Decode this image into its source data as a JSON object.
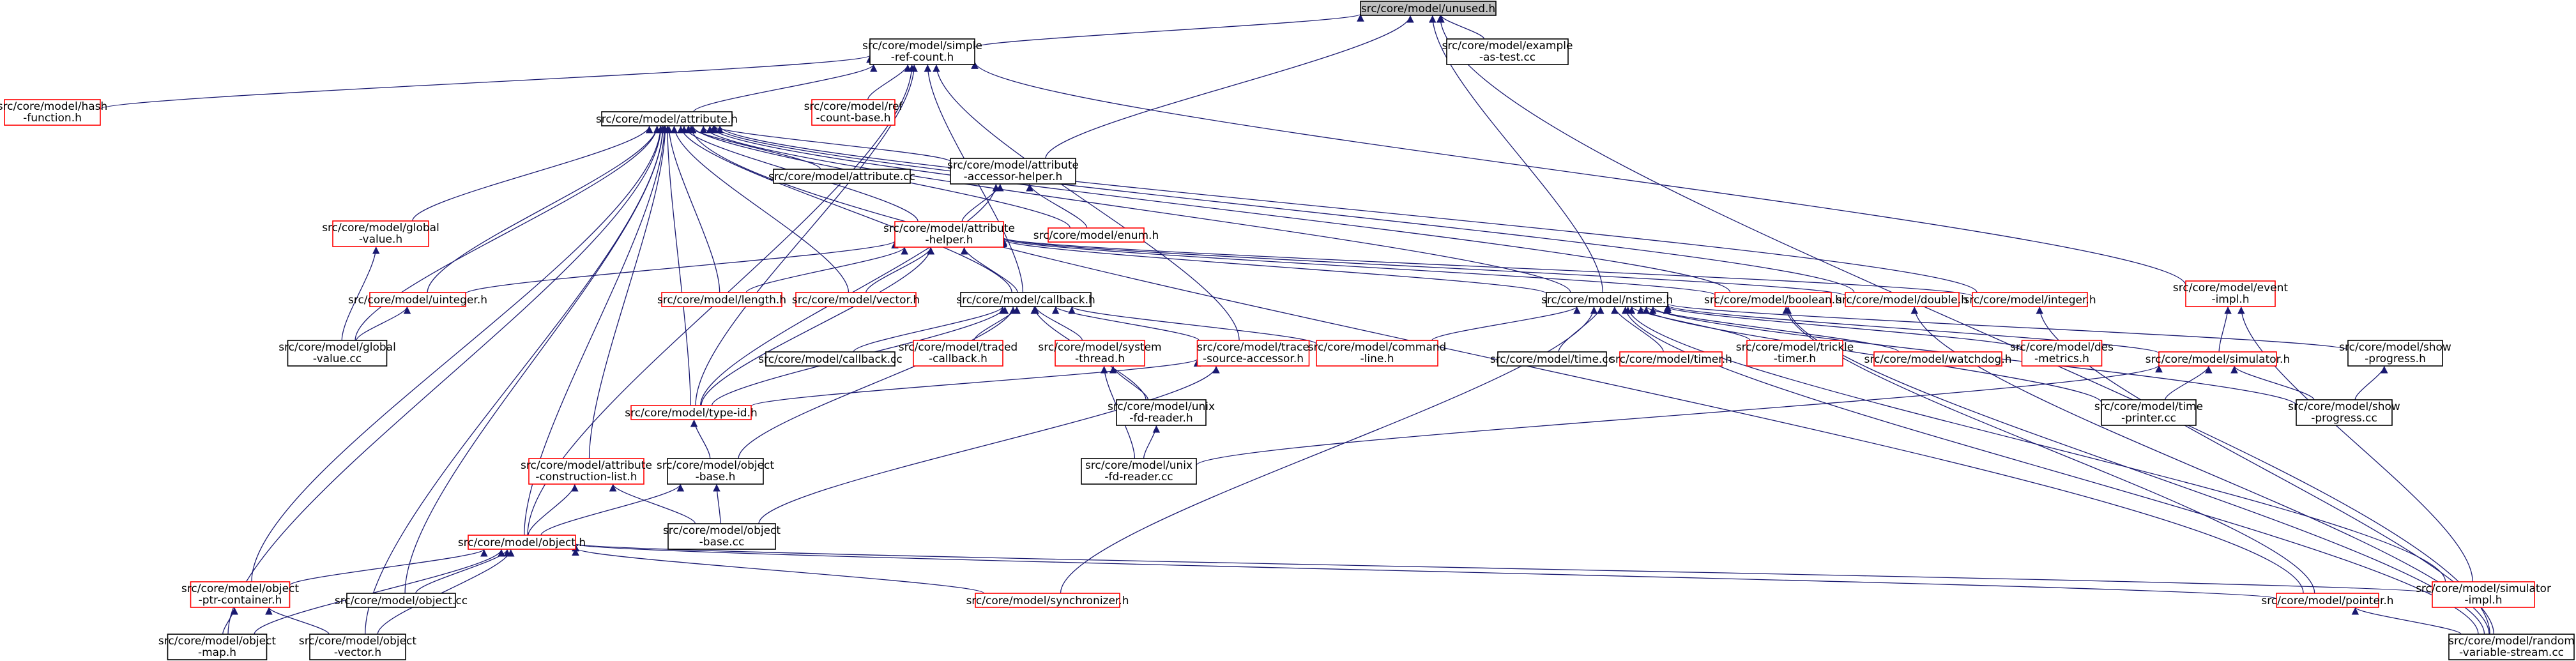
{
  "colors": {
    "edge": "#191970",
    "root_fill": "#bfbfbf",
    "documented_border": "#000000",
    "undocumented_border": "#ff0000"
  },
  "nodes": [
    {
      "id": "unused",
      "lines": [
        "src/core/model/unused.h"
      ],
      "style": "root"
    },
    {
      "id": "simple",
      "lines": [
        "src/core/model/simple",
        "-ref-count.h"
      ],
      "style": "black"
    },
    {
      "id": "example",
      "lines": [
        "src/core/model/example",
        "-as-test.cc"
      ],
      "style": "black"
    },
    {
      "id": "hash",
      "lines": [
        "src/core/model/hash",
        "-function.h"
      ],
      "style": "red"
    },
    {
      "id": "refbase",
      "lines": [
        "src/core/model/ref",
        "-count-base.h"
      ],
      "style": "red"
    },
    {
      "id": "attribute",
      "lines": [
        "src/core/model/attribute.h"
      ],
      "style": "black"
    },
    {
      "id": "attrcc",
      "lines": [
        "src/core/model/attribute.cc"
      ],
      "style": "black"
    },
    {
      "id": "accessor",
      "lines": [
        "src/core/model/attribute",
        "-accessor-helper.h"
      ],
      "style": "black"
    },
    {
      "id": "globalh",
      "lines": [
        "src/core/model/global",
        "-value.h"
      ],
      "style": "red"
    },
    {
      "id": "enum",
      "lines": [
        "src/core/model/enum.h"
      ],
      "style": "red"
    },
    {
      "id": "attrhelper",
      "lines": [
        "src/core/model/attribute",
        "-helper.h"
      ],
      "style": "red"
    },
    {
      "id": "event",
      "lines": [
        "src/core/model/event",
        "-impl.h"
      ],
      "style": "red"
    },
    {
      "id": "uinteger",
      "lines": [
        "src/core/model/uinteger.h"
      ],
      "style": "red"
    },
    {
      "id": "length",
      "lines": [
        "src/core/model/length.h"
      ],
      "style": "red"
    },
    {
      "id": "vector",
      "lines": [
        "src/core/model/vector.h"
      ],
      "style": "red"
    },
    {
      "id": "callback",
      "lines": [
        "src/core/model/callback.h"
      ],
      "style": "black"
    },
    {
      "id": "nstime",
      "lines": [
        "src/core/model/nstime.h"
      ],
      "style": "black"
    },
    {
      "id": "boolean",
      "lines": [
        "src/core/model/boolean.h"
      ],
      "style": "red"
    },
    {
      "id": "double",
      "lines": [
        "src/core/model/double.h"
      ],
      "style": "red"
    },
    {
      "id": "integer",
      "lines": [
        "src/core/model/integer.h"
      ],
      "style": "red"
    },
    {
      "id": "globalcc",
      "lines": [
        "src/core/model/global",
        "-value.cc"
      ],
      "style": "black"
    },
    {
      "id": "callbackcc",
      "lines": [
        "src/core/model/callback.cc"
      ],
      "style": "black"
    },
    {
      "id": "traced",
      "lines": [
        "src/core/model/traced",
        "-callback.h"
      ],
      "style": "red"
    },
    {
      "id": "systhread",
      "lines": [
        "src/core/model/system",
        "-thread.h"
      ],
      "style": "red"
    },
    {
      "id": "trace",
      "lines": [
        "src/core/model/trace",
        "-source-accessor.h"
      ],
      "style": "red"
    },
    {
      "id": "cmdline",
      "lines": [
        "src/core/model/command",
        "-line.h"
      ],
      "style": "red"
    },
    {
      "id": "timecc",
      "lines": [
        "src/core/model/time.cc"
      ],
      "style": "black"
    },
    {
      "id": "timer",
      "lines": [
        "src/core/model/timer.h"
      ],
      "style": "red"
    },
    {
      "id": "trickle",
      "lines": [
        "src/core/model/trickle",
        "-timer.h"
      ],
      "style": "red"
    },
    {
      "id": "watchdog",
      "lines": [
        "src/core/model/watchdog.h"
      ],
      "style": "red"
    },
    {
      "id": "des",
      "lines": [
        "src/core/model/des",
        "-metrics.h"
      ],
      "style": "red"
    },
    {
      "id": "simulator",
      "lines": [
        "src/core/model/simulator.h"
      ],
      "style": "red"
    },
    {
      "id": "showh",
      "lines": [
        "src/core/model/show",
        "-progress.h"
      ],
      "style": "black"
    },
    {
      "id": "typeid",
      "lines": [
        "src/core/model/type-id.h"
      ],
      "style": "red"
    },
    {
      "id": "unixfdh",
      "lines": [
        "src/core/model/unix",
        "-fd-reader.h"
      ],
      "style": "black"
    },
    {
      "id": "timeprinter",
      "lines": [
        "src/core/model/time",
        "-printer.cc"
      ],
      "style": "black"
    },
    {
      "id": "showcc",
      "lines": [
        "src/core/model/show",
        "-progress.cc"
      ],
      "style": "black"
    },
    {
      "id": "attrconst",
      "lines": [
        "src/core/model/attribute",
        "-construction-list.h"
      ],
      "style": "red"
    },
    {
      "id": "objbaseh",
      "lines": [
        "src/core/model/object",
        "-base.h"
      ],
      "style": "black"
    },
    {
      "id": "unixfdcc",
      "lines": [
        "src/core/model/unix",
        "-fd-reader.cc"
      ],
      "style": "black"
    },
    {
      "id": "objecth",
      "lines": [
        "src/core/model/object.h"
      ],
      "style": "red"
    },
    {
      "id": "objbasecc",
      "lines": [
        "src/core/model/object",
        "-base.cc"
      ],
      "style": "black"
    },
    {
      "id": "ptrcont",
      "lines": [
        "src/core/model/object",
        "-ptr-container.h"
      ],
      "style": "red"
    },
    {
      "id": "objectcc",
      "lines": [
        "src/core/model/object.cc"
      ],
      "style": "black"
    },
    {
      "id": "sync",
      "lines": [
        "src/core/model/synchronizer.h"
      ],
      "style": "red"
    },
    {
      "id": "pointer",
      "lines": [
        "src/core/model/pointer.h"
      ],
      "style": "red"
    },
    {
      "id": "simimpl",
      "lines": [
        "src/core/model/simulator",
        "-impl.h"
      ],
      "style": "red"
    },
    {
      "id": "objmap",
      "lines": [
        "src/core/model/object",
        "-map.h"
      ],
      "style": "black"
    },
    {
      "id": "objvector",
      "lines": [
        "src/core/model/object",
        "-vector.h"
      ],
      "style": "black"
    },
    {
      "id": "random",
      "lines": [
        "src/core/model/random",
        "-variable-stream.cc"
      ],
      "style": "black"
    }
  ],
  "edges": [
    [
      "simple",
      "unused"
    ],
    [
      "example",
      "unused"
    ],
    [
      "accessor",
      "unused"
    ],
    [
      "nstime",
      "unused"
    ],
    [
      "random",
      "unused"
    ],
    [
      "hash",
      "simple"
    ],
    [
      "refbase",
      "simple"
    ],
    [
      "attribute",
      "simple"
    ],
    [
      "callback",
      "simple"
    ],
    [
      "trace",
      "simple"
    ],
    [
      "event",
      "simple"
    ],
    [
      "objecth",
      "simple"
    ],
    [
      "typeid",
      "simple"
    ],
    [
      "attrcc",
      "attribute"
    ],
    [
      "accessor",
      "attribute"
    ],
    [
      "globalh",
      "attribute"
    ],
    [
      "enum",
      "attribute"
    ],
    [
      "attrhelper",
      "attribute"
    ],
    [
      "uinteger",
      "attribute"
    ],
    [
      "length",
      "attribute"
    ],
    [
      "vector",
      "attribute"
    ],
    [
      "nstime",
      "attribute"
    ],
    [
      "boolean",
      "attribute"
    ],
    [
      "double",
      "attribute"
    ],
    [
      "integer",
      "attribute"
    ],
    [
      "globalcc",
      "attribute"
    ],
    [
      "typeid",
      "attribute"
    ],
    [
      "attrconst",
      "attribute"
    ],
    [
      "objecth",
      "attribute"
    ],
    [
      "ptrcont",
      "attribute"
    ],
    [
      "objectcc",
      "attribute"
    ],
    [
      "objmap",
      "attribute"
    ],
    [
      "objvector",
      "attribute"
    ],
    [
      "pointer",
      "attribute"
    ],
    [
      "callback",
      "attribute"
    ],
    [
      "attrhelper",
      "accessor"
    ],
    [
      "enum",
      "accessor"
    ],
    [
      "typeid",
      "accessor"
    ],
    [
      "uinteger",
      "attrhelper"
    ],
    [
      "length",
      "attrhelper"
    ],
    [
      "vector",
      "attrhelper"
    ],
    [
      "callback",
      "attrhelper"
    ],
    [
      "nstime",
      "attrhelper"
    ],
    [
      "boolean",
      "attrhelper"
    ],
    [
      "double",
      "attrhelper"
    ],
    [
      "integer",
      "attrhelper"
    ],
    [
      "typeid",
      "attrhelper"
    ],
    [
      "globalcc",
      "globalh"
    ],
    [
      "globalcc",
      "uinteger"
    ],
    [
      "simulator",
      "event"
    ],
    [
      "simimpl",
      "event"
    ],
    [
      "callbackcc",
      "callback"
    ],
    [
      "traced",
      "callback"
    ],
    [
      "systhread",
      "callback"
    ],
    [
      "trace",
      "callback"
    ],
    [
      "cmdline",
      "callback"
    ],
    [
      "typeid",
      "callback"
    ],
    [
      "unixfdh",
      "callback"
    ],
    [
      "objbaseh",
      "callback"
    ],
    [
      "timecc",
      "nstime"
    ],
    [
      "timer",
      "nstime"
    ],
    [
      "trickle",
      "nstime"
    ],
    [
      "watchdog",
      "nstime"
    ],
    [
      "des",
      "nstime"
    ],
    [
      "simulator",
      "nstime"
    ],
    [
      "showh",
      "nstime"
    ],
    [
      "timeprinter",
      "nstime"
    ],
    [
      "showcc",
      "nstime"
    ],
    [
      "cmdline",
      "nstime"
    ],
    [
      "sync",
      "nstime"
    ],
    [
      "simimpl",
      "nstime"
    ],
    [
      "random",
      "nstime"
    ],
    [
      "random",
      "double"
    ],
    [
      "random",
      "integer"
    ],
    [
      "random",
      "boolean"
    ],
    [
      "pointer",
      "boolean"
    ],
    [
      "unixfdh",
      "systhread"
    ],
    [
      "unixfdcc",
      "systhread"
    ],
    [
      "typeid",
      "trace"
    ],
    [
      "objbasecc",
      "trace"
    ],
    [
      "timeprinter",
      "simulator"
    ],
    [
      "showcc",
      "simulator"
    ],
    [
      "unixfdcc",
      "simulator"
    ],
    [
      "showcc",
      "showh"
    ],
    [
      "unixfdcc",
      "unixfdh"
    ],
    [
      "objbaseh",
      "typeid"
    ],
    [
      "objecth",
      "objbaseh"
    ],
    [
      "objbasecc",
      "objbaseh"
    ],
    [
      "objecth",
      "attrconst"
    ],
    [
      "objbasecc",
      "attrconst"
    ],
    [
      "ptrcont",
      "objecth"
    ],
    [
      "objectcc",
      "objecth"
    ],
    [
      "sync",
      "objecth"
    ],
    [
      "pointer",
      "objecth"
    ],
    [
      "simimpl",
      "objecth"
    ],
    [
      "objmap",
      "objecth"
    ],
    [
      "objvector",
      "objecth"
    ],
    [
      "objmap",
      "ptrcont"
    ],
    [
      "objvector",
      "ptrcont"
    ],
    [
      "random",
      "pointer"
    ]
  ]
}
